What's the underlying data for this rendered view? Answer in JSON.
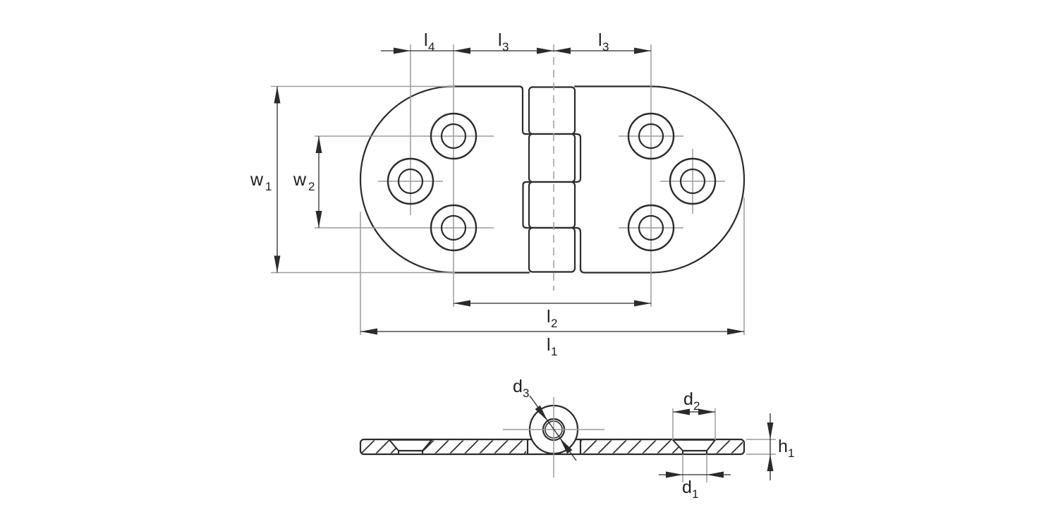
{
  "drawing": {
    "kind": "hinge technical drawing, top view and sectional side view",
    "colors": {
      "background": "#ffffff",
      "outline": "#2b2b2b",
      "dimension": "#2b2b2b",
      "auxiliary": "#9c9c9c",
      "text": "#1f1f1f"
    }
  },
  "labels": {
    "l4": {
      "base": "l",
      "sub": "4"
    },
    "l3_left": {
      "base": "l",
      "sub": "3"
    },
    "l3_right": {
      "base": "l",
      "sub": "3"
    },
    "w1": {
      "base": "w",
      "sub": "1"
    },
    "w2": {
      "base": "w",
      "sub": "2"
    },
    "l2": {
      "base": "l",
      "sub": "2"
    },
    "l1": {
      "base": "l",
      "sub": "1"
    },
    "d3": {
      "base": "d",
      "sub": "3"
    },
    "d2": {
      "base": "d",
      "sub": "2"
    },
    "d1": {
      "base": "d",
      "sub": "1"
    },
    "h1": {
      "base": "h",
      "sub": "1"
    }
  }
}
